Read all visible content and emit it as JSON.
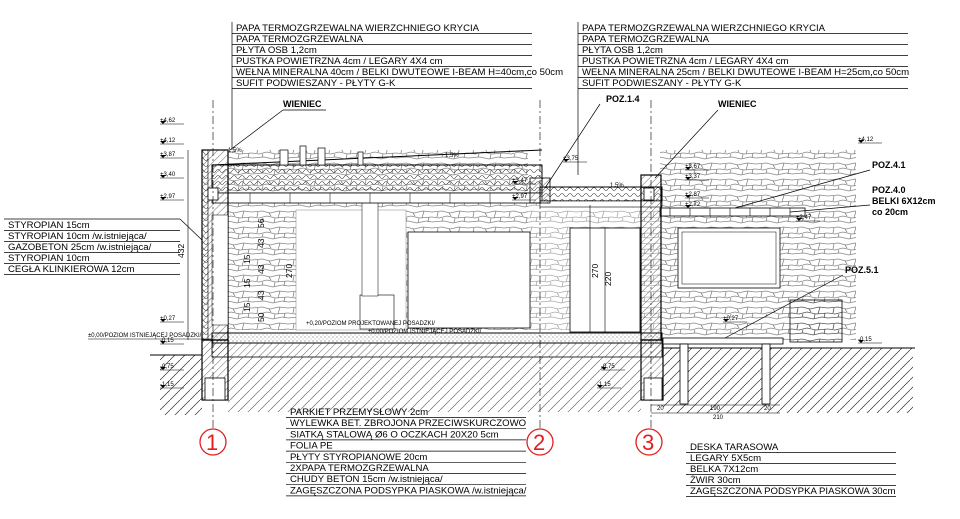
{
  "roof_layers_left": [
    "PAPA TERMOZGRZEWALNA WIERZCHNIEGO KRYCIA",
    "PAPA TERMOZGRZEWALNA",
    "PŁYTA OSB 1,2cm",
    "PUSTKA POWIETRZNA 4cm / LEGARY 4X4 cm",
    "WEŁNA MINERALNA 40cm / BELKI DWUTEOWE I-BEAM H=40cm,co 50cm",
    "SUFIT PODWIESZANY - PŁYTY G-K"
  ],
  "roof_layers_right": [
    "PAPA TERMOZGRZEWALNA WIERZCHNIEGO KRYCIA",
    "PAPA TERMOZGRZEWALNA",
    "PŁYTA OSB 1,2cm",
    "PUSTKA POWIETRZNA 4cm / LEGARY 4X4 cm",
    "WEŁNA MINERALNA 25cm / BELKI DWUTEOWE I-BEAM H=25cm,co 50cm",
    "SUFIT PODWIESZANY - PŁYTY G-K"
  ],
  "wall_layers": [
    "STYROPIAN 15cm",
    "STYROPIAN 10cm /w.istniejąca/",
    "GAZOBETON 25cm /w.istniejąca/",
    "STYROPIAN 10cm",
    "CEGŁA KLINKIEROWA 12cm"
  ],
  "floor_layers": [
    "PARKIET PRZEMYSŁOWY 2cm",
    "WYLEWKA BET. ZBROJONA PRZECIWSKURCZOWO",
    "SIATKĄ STALOWĄ  Ø6 O OCZKACH 20X20   5cm",
    "FOLIA PE",
    "PŁYTY STYROPIANOWE 20cm",
    "2XPAPA TERMOZGRZEWALNA",
    "CHUDY BETON 15cm /w.istniejąca/",
    "ZAGĘSZCZONA PODSYPKA PIASKOWA /w.istniejąca/"
  ],
  "terrace_layers": [
    "DESKA TARASOWA",
    "LEGARY 5X5cm",
    "BELKA 7X12cm",
    "ŻWIR 30cm",
    "ZAGĘSZCZONA PODSYPKA PIASKOWA 30cm"
  ],
  "tags": {
    "wieniec_left": "WIENIEC",
    "wieniec_right": "WIENIEC",
    "poz14": "POZ.1.4",
    "poz41": "POZ.4.1",
    "poz40_a": "POZ.4.0",
    "poz40_b": "BELKI 6X12cm",
    "poz40_c": "co 20cm",
    "poz51": "POZ.5.1"
  },
  "levels_left": [
    "+4,62",
    "+4,12",
    "+3,87",
    "+3,40",
    "+2,97",
    "+0,27",
    "-0,15",
    "-0,75",
    "-1,15"
  ],
  "level_zero_left": "±0,00/POZIOM ISTNIEJĄCEJ POSADZKI/",
  "level_zero_mid": "±0,00/POZIOM ISTNIEJĄCEJ POSADZKI/",
  "level_proj": "+0,20/POZIOM PROJEKTOWANEJ POSADZKI/",
  "levels_mid": [
    "+3,75",
    "+3,47",
    "+2,97",
    "+3,67",
    "+3,37",
    "+2,87",
    "+2,72",
    "-0,75",
    "-1,15"
  ],
  "levels_right": [
    "+4,12",
    "+2,47",
    "+0,27",
    "-0,15"
  ],
  "roof_slope": [
    "1,5%",
    "1,5%",
    "1,5%"
  ],
  "dims_left": [
    "432",
    "270",
    "56",
    "15",
    "43",
    "15",
    "43",
    "15",
    "43",
    "50"
  ],
  "dims_mid": [
    "270",
    "220"
  ],
  "dims_bottom": [
    "20",
    "190",
    "20",
    "210"
  ],
  "axes": [
    "1",
    "2",
    "3"
  ]
}
